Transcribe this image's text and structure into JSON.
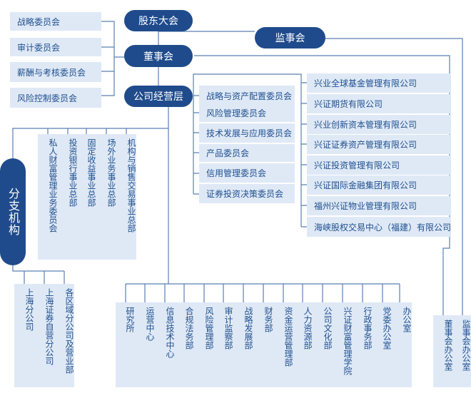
{
  "top": {
    "shareholders": "股东大会",
    "board": "董事会",
    "supervisory": "监事会",
    "management": "公司经营层"
  },
  "board_committees": [
    "战略委员会",
    "审计委员会",
    "薪酬与考核委员会",
    "风险控制委员会"
  ],
  "management_committees": [
    "战略与资产配置委员会",
    "风险管理委员会",
    "技术发展与应用委员会",
    "产品委员会",
    "信用管理委员会",
    "证券投资决策委员会"
  ],
  "subsidiaries": [
    "兴业全球基金管理有限公司",
    "兴证期货有限公司",
    "兴业创新资本管理有限公司",
    "兴证证券资产管理有限公司",
    "兴证投资管理有限公司",
    "兴证国际金融集团有限公司",
    "福州兴证物业管理有限公司",
    "海峡股权交易中心（福建）有限公司"
  ],
  "business_units": [
    "私人财富管理业务委员会",
    "投资银行事业总部",
    "固定收益事业总部",
    "场外业务事业总部",
    "机构与销售交易事业总部"
  ],
  "branch": {
    "label": "分支机构",
    "items": [
      "上海分公司",
      "上海证券自营分公司",
      "各区域分公司及营业部"
    ]
  },
  "departments": [
    "研究所",
    "运营中心",
    "信息技术中心",
    "合规法务部",
    "风险管理部",
    "审计监察部",
    "战略发展部",
    "财务部",
    "资金运营管理部",
    "人力资源部",
    "公司文化部",
    "兴证财富管理学院",
    "行政事务部",
    "党委办公室",
    "办公室"
  ],
  "offices": [
    "董事会办公室",
    "监事会办公室"
  ],
  "colors": {
    "primary": "#1f4b8c",
    "box": "#dfe9f6",
    "text": "#1f4f8f",
    "line": "#5a7fb3"
  }
}
